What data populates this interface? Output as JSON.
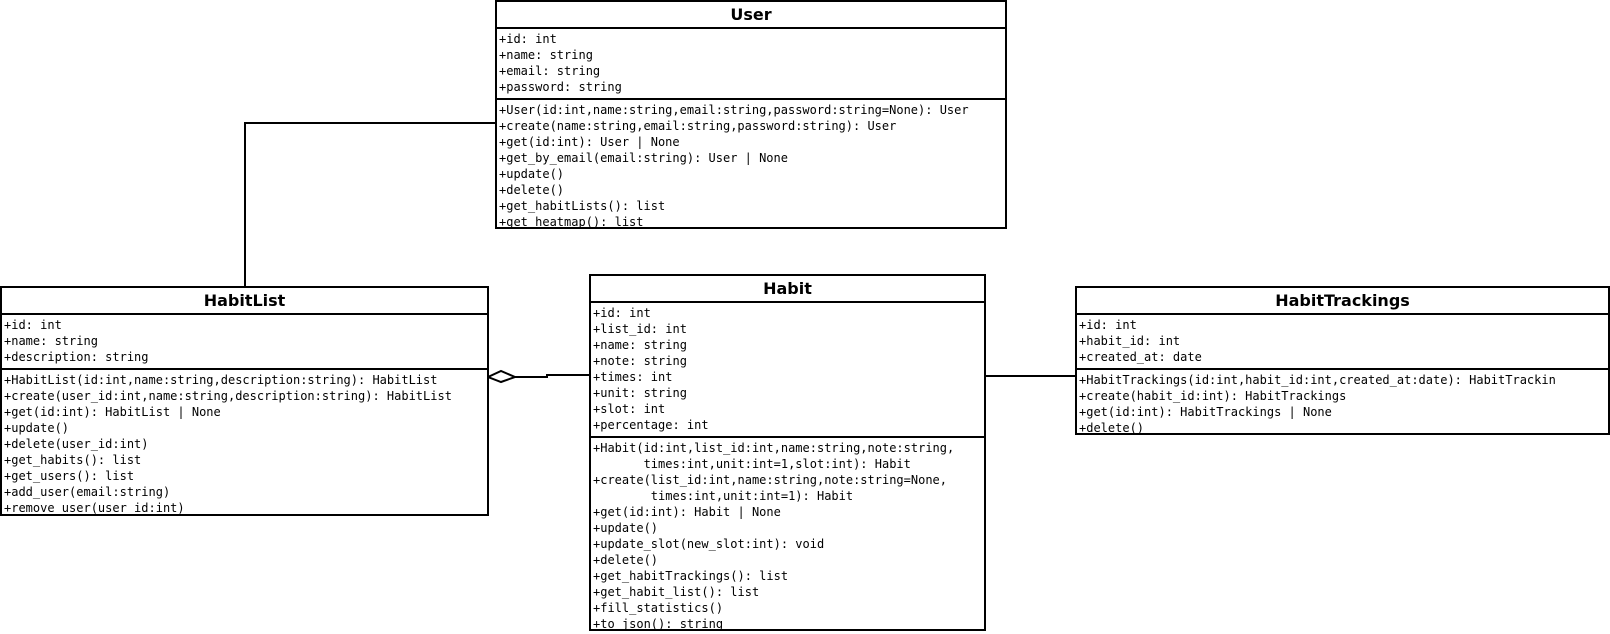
{
  "diagram": {
    "classes": {
      "user": {
        "name": "User",
        "attributes": [
          "+id: int",
          "+name: string",
          "+email: string",
          "+password: string"
        ],
        "methods": [
          "+User(id:int,name:string,email:string,password:string=None): User",
          "+create(name:string,email:string,password:string): User",
          "+get(id:int): User | None",
          "+get_by_email(email:string): User | None",
          "+update()",
          "+delete()",
          "+get_habitLists(): list",
          "+get_heatmap(): list"
        ]
      },
      "habitlist": {
        "name": "HabitList",
        "attributes": [
          "+id: int",
          "+name: string",
          "+description: string"
        ],
        "methods": [
          "+HabitList(id:int,name:string,description:string): HabitList",
          "+create(user_id:int,name:string,description:string): HabitList",
          "+get(id:int): HabitList | None",
          "+update()",
          "+delete(user_id:int)",
          "+get_habits(): list",
          "+get_users(): list",
          "+add_user(email:string)",
          "+remove_user(user_id:int)"
        ]
      },
      "habit": {
        "name": "Habit",
        "attributes": [
          "+id: int",
          "+list_id: int",
          "+name: string",
          "+note: string",
          "+times: int",
          "+unit: string",
          "+slot: int",
          "+percentage: int"
        ],
        "methods": [
          "+Habit(id:int,list_id:int,name:string,note:string,",
          "       times:int,unit:int=1,slot:int): Habit",
          "+create(list_id:int,name:string,note:string=None,",
          "        times:int,unit:int=1): Habit",
          "+get(id:int): Habit | None",
          "+update()",
          "+update_slot(new_slot:int): void",
          "+delete()",
          "+get_habitTrackings(): list",
          "+get_habit_list(): list",
          "+fill_statistics()",
          "+to_json(): string"
        ]
      },
      "habittrackings": {
        "name": "HabitTrackings",
        "attributes": [
          "+id: int",
          "+habit_id: int",
          "+created_at: date"
        ],
        "methods": [
          "+HabitTrackings(id:int,habit_id:int,created_at:date): HabitTrackin",
          "+create(habit_id:int): HabitTrackings",
          "+get(id:int): HabitTrackings | None",
          "+delete()"
        ]
      }
    }
  }
}
